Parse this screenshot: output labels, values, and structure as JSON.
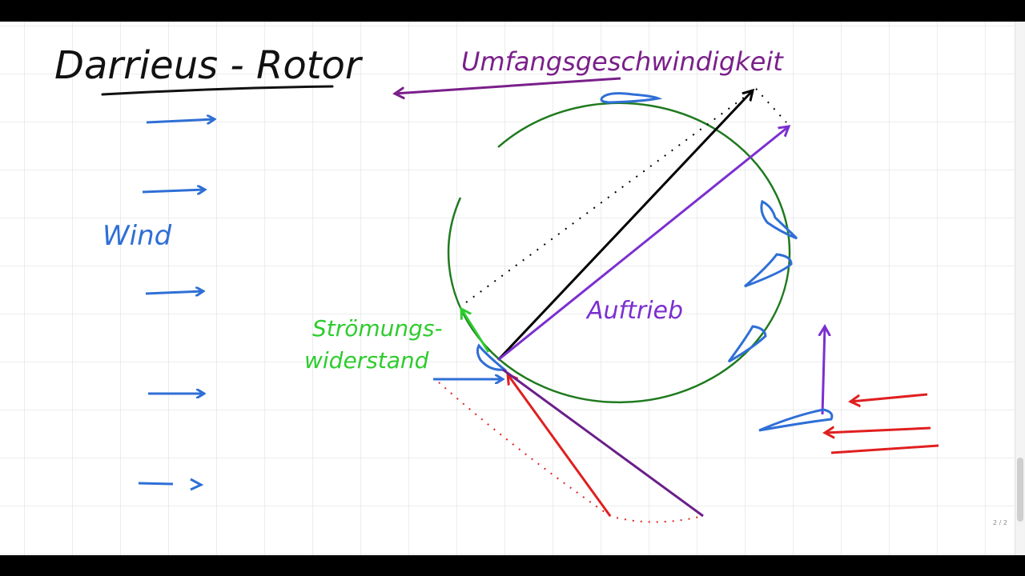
{
  "title": "Darrieus - Rotor",
  "labels": {
    "wind": "Wind",
    "circumferential_speed": "Umfangsgeschwindigkeit",
    "lift": "Auftrieb",
    "drag_line1": "Strömungs-",
    "drag_line2": "widerstand"
  },
  "page_indicator": "2 / 2",
  "colors": {
    "wind": "#2f6fd6",
    "rotor_circle": "#1f7a1f",
    "circumferential": "#7a1f8a",
    "lift": "#7b2fd0",
    "drag": "#2ecc2e",
    "relative_wind": "#e01f1f",
    "resultant": "#000000",
    "title": "#111111"
  }
}
